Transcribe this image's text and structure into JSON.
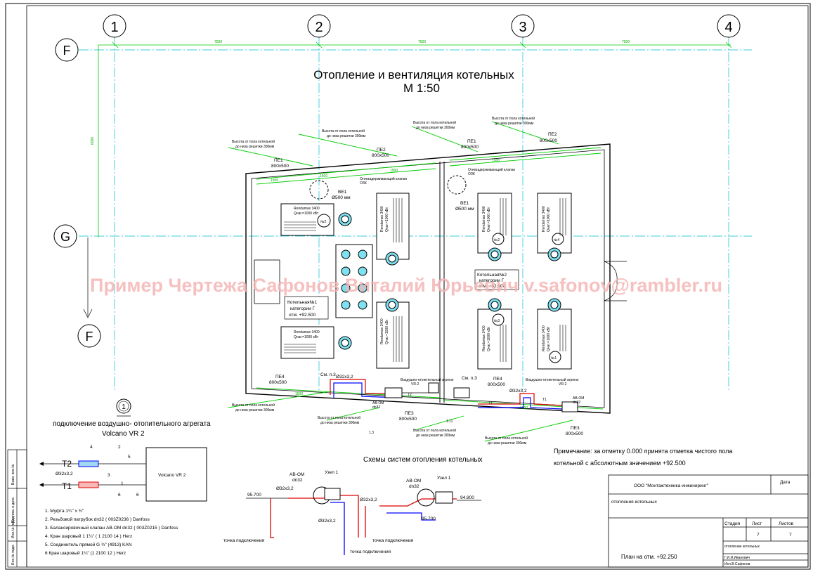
{
  "axes": {
    "columns": [
      "1",
      "2",
      "3",
      "4"
    ],
    "rows": [
      "F",
      "G",
      "F"
    ],
    "column_spacing": "7500",
    "row_spacing": "6000"
  },
  "title": {
    "line1": "Отопление и вентиляция котельных",
    "line2": "М 1:50"
  },
  "watermark": "Пример Чертежа Сафонов Виталий Юрьевич v.safonov@rambler.ru",
  "rooms": {
    "room1": [
      "Котельная№1",
      "категории Г",
      "отм. +92.500"
    ],
    "room2": [
      "Котельная№2",
      "категории Г",
      "отм. +92.500"
    ]
  },
  "units": {
    "top_left": [
      "Rendamax 3400",
      "Qнаг.=1000 кВт"
    ],
    "bottom_left": [
      "Rendamax 3400",
      "Qнаг.=1000 кВт"
    ],
    "top_mid": [
      "Rendamax 3400",
      "Qнаг.=1000 кВт"
    ],
    "bottom_mid": [
      "Rendamax 3400",
      "Qнаг.=1000 кВт"
    ],
    "room2_top_left": [
      "Rendamax 3400",
      "Qнаг.=1000 кВт"
    ],
    "room2_top_right": [
      "Rendamax 3400",
      "Qнаг.=1000 кВт"
    ],
    "room2_bottom_left": [
      "Rendamax 3400",
      "Qнаг.=1000 кВт"
    ],
    "room2_bottom_right": [
      "Rendamax 3400",
      "Qнаг.=1000 кВт"
    ],
    "tags": [
      "№2",
      "№4",
      "№3",
      "№1",
      "№2"
    ]
  },
  "vents": {
    "pe1_top_left": [
      "ПЕ1",
      "800х500"
    ],
    "pe2_top_mid": [
      "ПЕ2",
      "800х500"
    ],
    "pe1_top_right": [
      "ПЕ1",
      "800х500"
    ],
    "pe2_top_far": [
      "ПЕ2",
      "800х500"
    ],
    "ve1_left": [
      "ВЕ1",
      "Ø500 мм"
    ],
    "ve1_right": [
      "ВЕ1",
      "Ø500 мм"
    ],
    "pe4_left": [
      "ПЕ4",
      "800х500"
    ],
    "pe3_bottom": [
      "ПЕ3",
      "800х500"
    ],
    "pe4_right": [
      "ПЕ4",
      "800х500"
    ],
    "pe3_far": [
      "ПЕ3",
      "800х500"
    ],
    "height_note": [
      "Высота от пола котельной",
      "до низа решетки 300мм"
    ],
    "duct_note": [
      "Огнезадерживающий клапан",
      "ОЗК"
    ],
    "unit_label": [
      "Воздушно-отопительный агрегат",
      "VR-2"
    ],
    "sm_p3": "См. п.3",
    "pipe_d32": "Ø32х3,2",
    "av_om": "AB-OM",
    "dn32": "dn32",
    "t1": "T1",
    "t2": "T2",
    "grid_labels": [
      "1.3",
      "1.11"
    ]
  },
  "dim_values": [
    "1500",
    "1500",
    "1500",
    "1500",
    "1500",
    "1500"
  ],
  "detail": {
    "circle_number": "1",
    "heading_line1": "подключение воздушно- отопительного агрегата",
    "heading_line2": "Volcano VR 2",
    "box_label": "Volcano VR 2",
    "t2": "T2",
    "t1": "T1",
    "pipe": "Ø32х3,2",
    "callouts": [
      "4",
      "2",
      "5",
      "3",
      "1",
      "6",
      "6"
    ],
    "legend": [
      "1. Муфта 1¼\" х ¾\"",
      "2. Резьбовой патрубок dn32  ( 003Z0236 )  Danfoss",
      "3. Балансировочный клапан AB-OM dn32  ( 003Z0215 )  Danfoss",
      "4. Кран шаровый 1  1¼\"  ( 1 2100 14  ) Herz",
      "5. Соединитель прямой G ¾\" (4913) KAN",
      "6  Кран шаровый 1¼\" (1 2100 12 ) Herz"
    ]
  },
  "schemes": {
    "heading": "Схемы систем отопления котельных",
    "left": {
      "av_om": "AB-OM",
      "dn": "dn32",
      "node": "Узел 1",
      "pipe1": "Ø32х3,2",
      "pipe2": "Ø32х3,2",
      "elev": "95.700",
      "supply": "точка подключения",
      "return": "точка подключения",
      "ret2": "точка подключения"
    },
    "right": {
      "av_om": "AB-OM",
      "dn": "dn32",
      "node": "Узел 1",
      "pipe1": "Ø32х3,2",
      "elev1": "94.800",
      "elev2": "95.700"
    }
  },
  "note": {
    "line1": "Примечание: за отметку 0.000 принята отметка чистого пола",
    "line2": "котельной с абсолютным значением +92.500"
  },
  "title_block": {
    "company": "ООО \"Монтажтехника инжиниринг\"",
    "date_label": "Дата",
    "subject": "отопления котельных",
    "stage_label": "Стадия",
    "sheet_label": "Лист",
    "sheets_label": "Листов",
    "sheet_value": "7",
    "sheets_value": "7",
    "plan": "План  на отм. +92.250",
    "doc_name": "отопление котельных",
    "person1": "Г.И.И.Иванович",
    "person2": "Исп.В.Сафонов"
  },
  "side_stamp": [
    "Взам. инв.№",
    "Подпись и дата",
    "Инв.№ подл.",
    "Инв.№ подл."
  ]
}
